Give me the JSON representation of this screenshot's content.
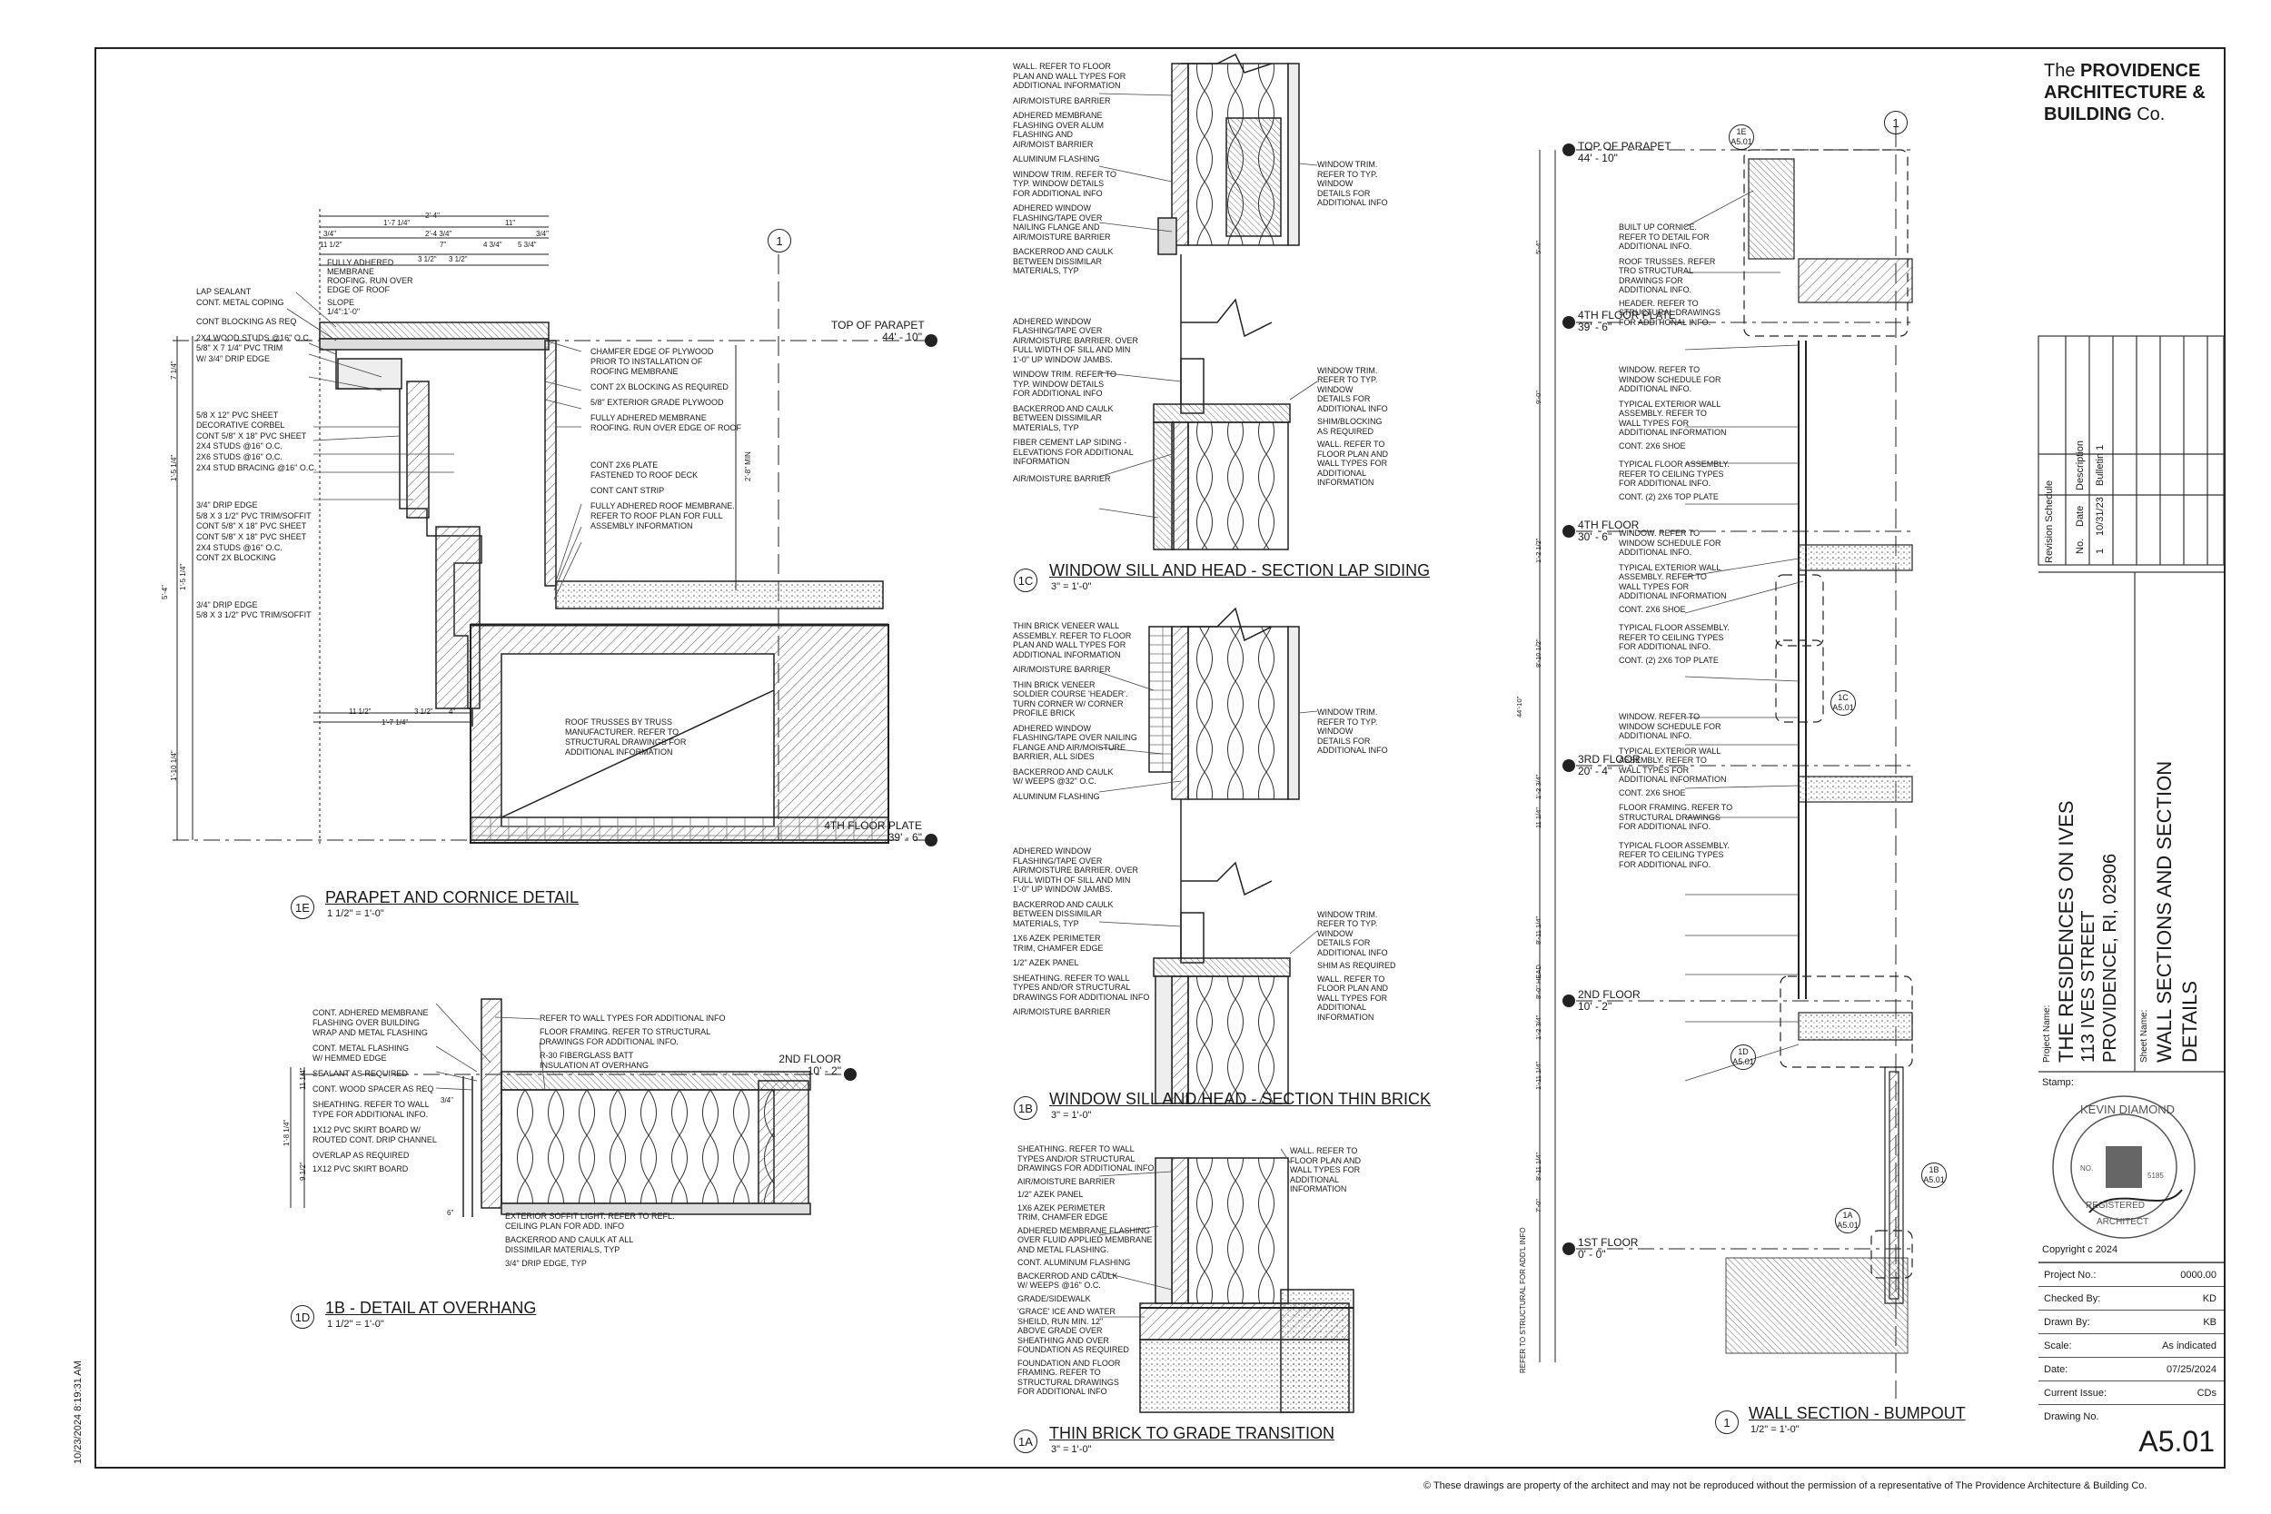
{
  "title_block": {
    "firm_the": "The",
    "firm_line1": "PROVIDENCE",
    "firm_line2": "ARCHITECTURE &",
    "firm_line3": "BUILDING",
    "firm_co": "Co.",
    "revision_schedule_label": "Revision Schedule",
    "rev_headers": [
      "No.",
      "Date",
      "Description"
    ],
    "rev_rows": [
      {
        "no": "1",
        "date": "10/31/23",
        "desc": "Bulletin 1"
      }
    ],
    "project_name_label": "Project Name:",
    "project_name": "THE RESIDENCES ON IVES",
    "project_address1": "113 IVES STREET",
    "project_address2": "PROVIDENCE, RI, 02906",
    "sheet_name_label": "Sheet Name:",
    "sheet_name1": "WALL SECTIONS AND SECTION",
    "sheet_name2": "DETAILS",
    "stamp_label": "Stamp:",
    "stamp_name": "KEVIN DIAMOND",
    "stamp_reg": "REGISTERED",
    "stamp_arch": "ARCHITECT",
    "stamp_no": "NO.",
    "stamp_num": "5185",
    "copyright": "Copyright  c 2024",
    "fields": [
      {
        "k": "Project No.:",
        "v": "0000.00"
      },
      {
        "k": "Checked By:",
        "v": "KD"
      },
      {
        "k": "Drawn By:",
        "v": "KB"
      },
      {
        "k": "Scale:",
        "v": "As indicated"
      },
      {
        "k": "Date:",
        "v": "07/25/2024"
      },
      {
        "k": "Current Issue:",
        "v": "CDs"
      }
    ],
    "drawing_no_label": "Drawing No.",
    "drawing_no": "A5.01"
  },
  "footer": {
    "plot_date": "10/23/2024 8:19:31 AM",
    "disclaimer": "© These drawings are property of the architect and may not be reproduced without the permission of a representative of The Providence Architecture & Building Co."
  },
  "details": {
    "d1e": {
      "id": "1E",
      "title": "PARAPET AND CORNICE DETAIL",
      "scale": "1 1/2\" = 1'-0\""
    },
    "d1d": {
      "id": "1D",
      "title": "1B - DETAIL AT OVERHANG",
      "scale": "1 1/2\" = 1'-0\""
    },
    "d1c": {
      "id": "1C",
      "title": "WINDOW SILL AND HEAD - SECTION LAP SIDING",
      "scale": "3\" = 1'-0\""
    },
    "d1b": {
      "id": "1B",
      "title": "WINDOW SILL AND HEAD - SECTION THIN BRICK",
      "scale": "3\" = 1'-0\""
    },
    "d1a": {
      "id": "1A",
      "title": "THIN BRICK TO GRADE TRANSITION",
      "scale": "3\" = 1'-0\""
    },
    "d1": {
      "id": "1",
      "title": "WALL SECTION - BUMPOUT",
      "scale": "1/2\" = 1'-0\""
    }
  },
  "levels": {
    "top_parapet": {
      "name": "TOP OF PARAPET",
      "elev": "44' - 10\""
    },
    "fourth_plate": {
      "name": "4TH FLOOR PLATE",
      "elev": "39' - 6\""
    },
    "fourth": {
      "name": "4TH FLOOR",
      "elev": "30' - 6\""
    },
    "third": {
      "name": "3RD FLOOR",
      "elev": "20' - 4\""
    },
    "second": {
      "name": "2ND FLOOR",
      "elev": "10' - 2\""
    },
    "first": {
      "name": "1ST FLOOR",
      "elev": "0' - 0\""
    }
  },
  "notes_1e_left": [
    "LAP SEALANT",
    "CONT. METAL COPING",
    "CONT BLOCKING AS REQ",
    "2x4 WOOD STUDS @16\" O.C.",
    "5/8\" x 7 1/4\" PVC TRIM",
    "w/ 3/4\" DRIP EDGE",
    "5/8 x 12\" PVC SHEET",
    "DECORATIVE CORBEL",
    "CONT 5/8\" x 18\" PVC SHEET",
    "2x4 STUDS @16\" O.C.",
    "2x6 STUDS @16\" O.C.",
    "2x4 STUD BRACING @16\" O.C.",
    "3/4\" DRIP EDGE",
    "5/8 x 3 1/2\" PVC TRIM/SOFFIT",
    "CONT 5/8\" x 18\" PVC SHEET",
    "CONT 5/8\" x 18\" PVC SHEET",
    "2x4 STUDS @16\" O.C.",
    "CONT 2x BLOCKING",
    "3/4\" DRIP EDGE",
    "5/8 x 3 1/2\" PVC TRIM/SOFFIT"
  ],
  "notes_1e_right": [
    "CHAMFER EDGE OF PLYWOOD",
    "PRIOR TO INSTALLATION OF",
    "ROOFING MEMBRANE",
    "CONT 2x BLOCKING AS REQUIRED",
    "5/8\" EXTERIOR GRADE PLYWOOD",
    "FULLY ADHERED MEMBRANE",
    "ROOFING. RUN OVER EDGE OF ROOF",
    "CONT 2x6 PLATE",
    "FASTENED TO ROOF DECK",
    "CONT CANT STRIP",
    "FULLY ADHERED ROOF MEMBRANE.",
    "REFER TO ROOF PLAN FOR FULL",
    "ASSEMBLY INFORMATION"
  ],
  "notes_1e_top": [
    "FULLY ADHERED",
    "MEMBRANE",
    "ROOFING. RUN OVER",
    "EDGE OF ROOF",
    "SLOPE",
    "1/4\":1'-0\""
  ],
  "notes_1e_truss": [
    "ROOF TRUSSES BY TRUSS",
    "MANUFACTURER. REFER TO",
    "STRUCTURAL DRAWINGS FOR",
    "ADDITIONAL INFORMATION"
  ],
  "dims_1e": [
    "2'-4\"",
    "1'-7 1/4\"",
    "11\"",
    "3/4\"",
    "2'-4 3/4\"",
    "3/4\"",
    "11 1/2\"",
    "7\"",
    "4 3/4\"",
    "5 3/4\"",
    "3 1/2\"",
    "3 1/2\"",
    "11 1/2\"",
    "3 1/2\"",
    "4\"",
    "1'-7 1/4\"",
    "2'-8\" MIN",
    "7 1/4\"",
    "1'-5 1/4\"",
    "5'-4\"",
    "1'-5 1/4\"",
    "1'-10 1/4\""
  ],
  "notes_1d_left": [
    "CONT. ADHERED MEMBRANE",
    "FLASHING OVER BUILDING",
    "WRAP AND METAL FLASHING",
    "CONT. METAL FLASHING",
    "W/ HEMMED EDGE",
    "SEALANT AS REQUIRED",
    "CONT. WOOD SPACER AS REQ",
    "SHEATHING. REFER TO WALL",
    "TYPE FOR ADDITIONAL INFO.",
    "1x12 PVC SKIRT BOARD W/",
    "ROUTED CONT. DRIP CHANNEL",
    "OVERLAP AS REQUIRED",
    "1x12 PVC SKIRT BOARD"
  ],
  "notes_1d_right": [
    "REFER TO WALL TYPES FOR ADDITIONAL INFO",
    "FLOOR FRAMING. REFER TO STRUCTURAL",
    "DRAWINGS FOR ADDITIONAL INFO.",
    "R-30 FIBERGLASS BATT",
    "INSULATION AT OVERHANG"
  ],
  "notes_1d_bottom": [
    "EXTERIOR SOFFIT LIGHT. REFER TO REFL.",
    "CEILING PLAN FOR ADD. INFO",
    "BACKERROD AND CAULK AT ALL",
    "DISSIMILAR MATERIALS, TYP",
    "3/4\" DRIP EDGE, TYP"
  ],
  "dims_1d": [
    "11 1/4\"",
    "1'-8 1/4\"",
    "9 1/2\"",
    "3/4\"",
    "6\""
  ],
  "notes_1c_left": [
    "WALL. REFER TO FLOOR",
    "PLAN AND WALL TYPES FOR",
    "ADDITIONAL INFORMATION",
    "AIR/MOISTURE BARRIER",
    "ADHERED MEMBRANE",
    "FLASHING OVER ALUM",
    "FLASHING AND",
    "AIR/MOIST BARRIER",
    "ALUMINUM FLASHING",
    "WINDOW TRIM. REFER TO",
    "TYP. WINDOW DETAILS",
    "FOR ADDITIONAL INFO",
    "ADHERED WINDOW",
    "FLASHING/TAPE OVER",
    "NAILING FLANGE AND",
    "AIR/MOISTURE BARRIER",
    "BACKERROD AND CAULK",
    "BETWEEN DISSIMILAR",
    "MATERIALS, TYP",
    "ADHERED WINDOW",
    "FLASHING/TAPE OVER",
    "AIR/MOISTURE BARRIER. OVER",
    "FULL WIDTH OF SILL AND MIN",
    "1'-0\" UP WINDOW JAMBS.",
    "WINDOW TRIM. REFER TO",
    "TYP. WINDOW DETAILS",
    "FOR ADDITIONAL INFO",
    "BACKERROD AND CAULK",
    "BETWEEN DISSIMILAR",
    "MATERIALS, TYP",
    "FIBER CEMENT LAP SIDING -",
    "ELEVATIONS FOR ADDITIONAL",
    "INFORMATION",
    "AIR/MOISTURE BARRIER"
  ],
  "notes_1c_right": [
    "WINDOW TRIM.",
    "REFER TO TYP.",
    "WINDOW",
    "DETAILS FOR",
    "ADDITIONAL INFO",
    "WINDOW TRIM.",
    "REFER TO TYP.",
    "WINDOW",
    "DETAILS FOR",
    "ADDITIONAL INFO",
    "SHIM/BLOCKING",
    "AS REQUIRED",
    "WALL. REFER TO",
    "FLOOR PLAN AND",
    "WALL TYPES FOR",
    "ADDITIONAL",
    "INFORMATION"
  ],
  "notes_1b_left": [
    "THIN BRICK VENEER WALL",
    "ASSEMBLY. REFER TO FLOOR",
    "PLAN AND WALL TYPES FOR",
    "ADDITIONAL INFORMATION",
    "AIR/MOISTURE BARRIER",
    "THIN BRICK VENEER",
    "SOLDIER COURSE 'HEADER'.",
    "TURN CORNER w/ CORNER",
    "PROFILE BRICK",
    "ADHERED WINDOW",
    "FLASHING/TAPE OVER NAILING",
    "FLANGE AND AIR/MOISTURE",
    "BARRIER, ALL SIDES",
    "BACKERROD AND CAULK",
    "w/ WEEPS @32\" O.C.",
    "ALUMINUM FLASHING",
    "ADHERED WINDOW",
    "FLASHING/TAPE OVER",
    "AIR/MOISTURE BARRIER. OVER",
    "FULL WIDTH OF SILL AND MIN",
    "1'-0\" UP WINDOW JAMBS.",
    "BACKERROD AND CAULK",
    "BETWEEN DISSIMILAR",
    "MATERIALS, TYP",
    "1x6 AZEK PERIMETER",
    "TRIM, CHAMFER EDGE",
    "1/2\" AZEK PANEL",
    "SHEATHING. REFER TO WALL",
    "TYPES AND/OR STRUCTURAL",
    "DRAWINGS FOR ADDITIONAL INFO",
    "AIR/MOISTURE BARRIER"
  ],
  "notes_1b_right": [
    "WINDOW TRIM.",
    "REFER TO TYP.",
    "WINDOW",
    "DETAILS FOR",
    "ADDITIONAL INFO",
    "WINDOW TRIM.",
    "REFER TO TYP.",
    "WINDOW",
    "DETAILS FOR",
    "ADDITIONAL INFO",
    "SHIM AS REQUIRED",
    "WALL. REFER TO",
    "FLOOR PLAN AND",
    "WALL TYPES FOR",
    "ADDITIONAL",
    "INFORMATION"
  ],
  "notes_1a_left": [
    "SHEATHING. REFER TO WALL",
    "TYPES AND/OR STRUCTURAL",
    "DRAWINGS FOR ADDITIONAL INFO",
    "AIR/MOISTURE BARRIER",
    "1/2\" AZEK PANEL",
    "1x6 AZEK PERIMETER",
    "TRIM, CHAMFER EDGE",
    "ADHERED MEMBRANE FLASHING",
    "OVER FLUID APPLIED MEMBRANE",
    "AND METAL FLASHING.",
    "CONT. ALUMINUM FLASHING",
    "BACKERROD AND CAULK",
    "w/ WEEPS @16\" O.C.",
    "GRADE/SIDEWALK",
    "'GRACE' ICE AND WATER",
    "SHEILD, RUN MIN. 12\"",
    "ABOVE GRADE OVER",
    "SHEATHING AND OVER",
    "FOUNDATION AS REQUIRED",
    "FOUNDATION AND FLOOR",
    "FRAMING. REFER TO",
    "STRUCTURAL DRAWINGS",
    "FOR ADDITIONAL INFO"
  ],
  "notes_1a_right": [
    "WALL. REFER TO",
    "FLOOR PLAN AND",
    "WALL TYPES FOR",
    "ADDITIONAL",
    "INFORMATION"
  ],
  "notes_1": [
    "BUILT UP CORNICE.",
    "REFER TO DETAIL FOR",
    "ADDITIONAL INFO.",
    "ROOF TRUSSES. REFER",
    "TRO STRUCTURAL",
    "DRAWINGS FOR",
    "ADDITIONAL INFO.",
    "HEADER. REFER TO",
    "STRUCTURAL DRAWINGS",
    "FOR ADDITIONAL INFO.",
    "WINDOW. REFER TO",
    "WINDOW SCHEDULE FOR",
    "ADDITIONAL INFO.",
    "TYPICAL EXTERIOR WALL",
    "ASSEMBLY. REFER TO",
    "WALL TYPES FOR",
    "ADDITIONAL INFORMATION",
    "CONT. 2x6 SHOE",
    "TYPICAL FLOOR ASSEMBLY.",
    "REFER TO CEILING TYPES",
    "FOR ADDITIONAL INFO.",
    "CONT. (2) 2x6 TOP PLATE",
    "WINDOW. REFER TO",
    "WINDOW SCHEDULE FOR",
    "ADDITIONAL INFO.",
    "TYPICAL EXTERIOR WALL",
    "ASSEMBLY. REFER TO",
    "WALL TYPES FOR",
    "ADDITIONAL INFORMATION",
    "CONT. 2x6 SHOE",
    "TYPICAL FLOOR ASSEMBLY.",
    "REFER TO CEILING TYPES",
    "FOR ADDITIONAL INFO.",
    "CONT. (2) 2x6 TOP PLATE",
    "WINDOW. REFER TO",
    "WINDOW SCHEDULE FOR",
    "ADDITIONAL INFO.",
    "TYPICAL EXTERIOR WALL",
    "ASSEMBLY. REFER TO",
    "WALL TYPES FOR",
    "ADDITIONAL INFORMATION",
    "CONT. 2x6 SHOE",
    "FLOOR FRAMING. REFER TO",
    "STRUCTURAL DRAWINGS",
    "FOR ADDITIONAL INFO.",
    "TYPICAL FLOOR ASSEMBLY.",
    "REFER TO CEILING TYPES",
    "FOR ADDITIONAL INFO."
  ],
  "dims_1": [
    "5'-4\"",
    "9'-0\"",
    "1'-2 1/2\"",
    "8'-10 1/2\"",
    "44'-10\"",
    "1'-2 3/4\"",
    "11 1/4\"",
    "8'-11 1/4\"",
    "8'-0\" HEAD",
    "1'-2 3/4\"",
    "1'-11 1/4\"",
    "8'-11 1/4\"",
    "7'-0\""
  ],
  "refer_vertical": "REFER TO STRUCTURAL FOR ADD'L INFO",
  "callouts_1": [
    {
      "id": "1E",
      "sheet": "A5.01"
    },
    {
      "id": "1C",
      "sheet": "A5.01"
    },
    {
      "id": "1D",
      "sheet": "A5.01"
    },
    {
      "id": "1B",
      "sheet": "A5.01"
    },
    {
      "id": "1A",
      "sheet": "A5.01"
    }
  ],
  "grid_label": "1"
}
